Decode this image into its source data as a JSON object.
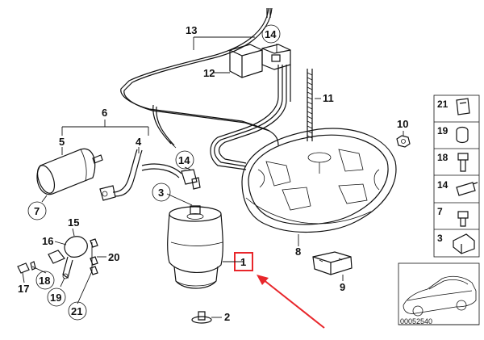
{
  "callouts": {
    "c13": "13",
    "c12": "12",
    "c14a": "14",
    "c14b": "14",
    "c11": "11",
    "c6": "6",
    "c5": "5",
    "c4": "4",
    "c3": "3",
    "c7": "7",
    "c10": "10",
    "c8": "8",
    "c9": "9",
    "c1": "1",
    "c2": "2",
    "c15": "15",
    "c16": "16",
    "c17": "17",
    "c18": "18",
    "c19": "19",
    "c20": "20",
    "c21": "21"
  },
  "side_panel": [
    {
      "num": "21"
    },
    {
      "num": "19"
    },
    {
      "num": "18"
    },
    {
      "num": "14"
    },
    {
      "num": "7"
    },
    {
      "num": "3"
    }
  ],
  "document_number": "00052540",
  "highlight": {
    "part": "1",
    "highlight_color": "#e8262b",
    "arrow_color": "#e8262b"
  }
}
